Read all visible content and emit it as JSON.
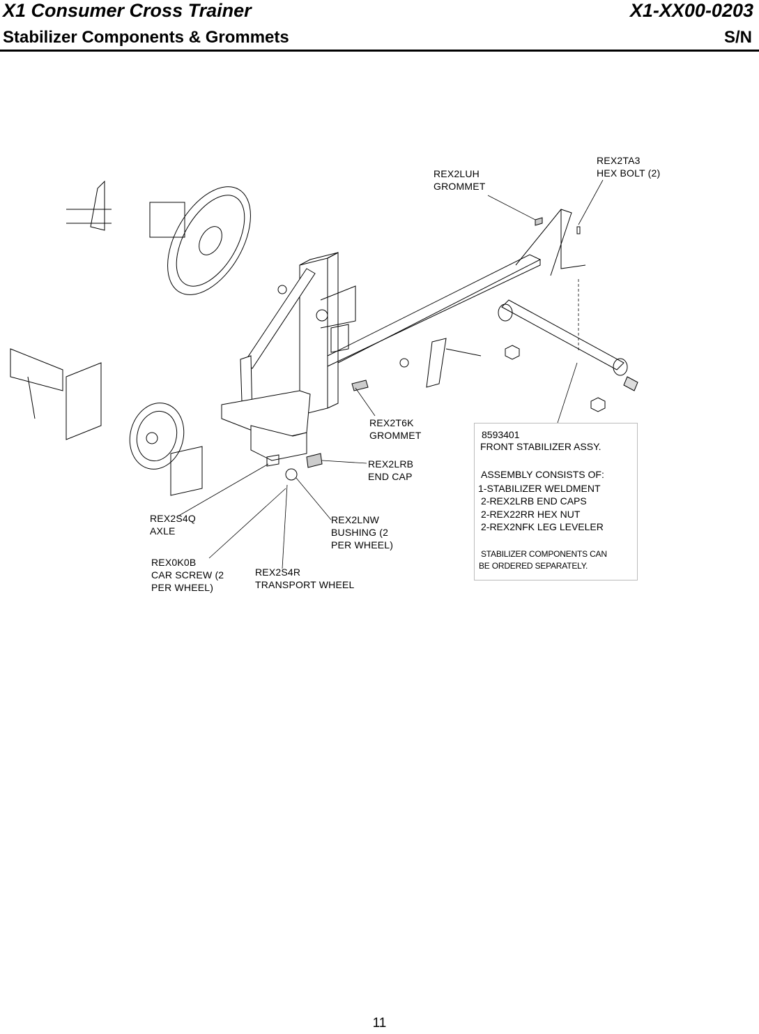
{
  "header": {
    "title": "X1 Consumer Cross Trainer",
    "code": "X1-XX00-0203",
    "subtitle": "Stabilizer Components & Grommets",
    "sn": "S/N"
  },
  "callouts": {
    "rex2luh": {
      "part": "REX2LUH",
      "desc": "GROMMET"
    },
    "rex2ta3": {
      "part": "REX2TA3",
      "desc": "HEX BOLT (2)"
    },
    "rex2t6k": {
      "part": "REX2T6K",
      "desc": "GROMMET"
    },
    "rex2lrb": {
      "part": "REX2LRB",
      "desc": "END CAP"
    },
    "rex2s4q": {
      "part": "REX2S4Q",
      "desc": "AXLE"
    },
    "rex2lnw": {
      "part": "REX2LNW",
      "desc1": "BUSHING (2",
      "desc2": "PER WHEEL)"
    },
    "rex0k0b": {
      "part": "REX0K0B",
      "desc1": "CAR SCREW (2",
      "desc2": "PER WHEEL)"
    },
    "rex2s4r": {
      "part": "REX2S4R",
      "desc": "TRANSPORT WHEEL"
    }
  },
  "assembly": {
    "number": "8593401",
    "name": "FRONT STABILIZER ASSY.",
    "consists_label": "ASSEMBLY CONSISTS OF:",
    "items": [
      "1-STABILIZER WELDMENT",
      "2-REX2LRB END CAPS",
      "2-REX22RR HEX NUT",
      "2-REX2NFK LEG LEVELER"
    ],
    "note1": "STABILIZER COMPONENTS CAN",
    "note2": "BE ORDERED SEPARATELY."
  },
  "page_number": "11"
}
